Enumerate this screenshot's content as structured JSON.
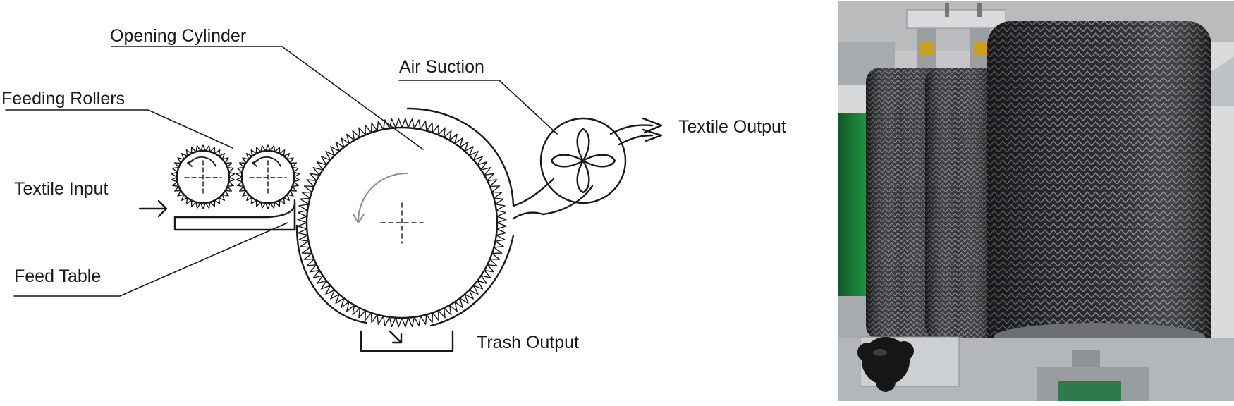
{
  "diagram": {
    "labels": {
      "opening_cylinder": "Opening Cylinder",
      "feeding_rollers": "Feeding Rollers",
      "air_suction": "Air Suction",
      "textile_output": "Textile Output",
      "textile_input": "Textile Input",
      "feed_table": "Feed Table",
      "trash_output": "Trash Output"
    }
  },
  "colors": {
    "line": "#1a1a1a",
    "rotation_arrow": "#8c8c8c",
    "photo_green": "#1d8a3c",
    "photo_metal": "#c4c6c8",
    "photo_roller_dark": "#2a2b2e"
  }
}
